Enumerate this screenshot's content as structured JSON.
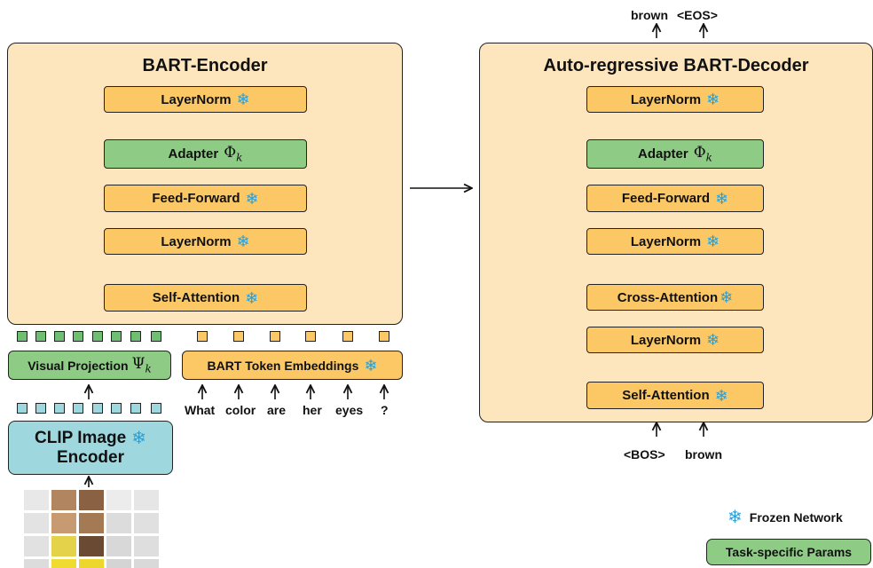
{
  "encoder": {
    "title": "BART-Encoder",
    "blocks": {
      "layernorm_top": "LayerNorm",
      "adapter": "Adapter",
      "adapter_symbol": "Φ",
      "adapter_sub": "k",
      "feed_forward": "Feed-Forward",
      "layernorm_mid": "LayerNorm",
      "self_attention": "Self-Attention"
    }
  },
  "decoder": {
    "title": "Auto-regressive BART-Decoder",
    "blocks": {
      "layernorm_top": "LayerNorm",
      "adapter": "Adapter",
      "adapter_symbol": "Φ",
      "adapter_sub": "k",
      "feed_forward": "Feed-Forward",
      "layernorm_2": "LayerNorm",
      "cross_attention": "Cross-Attention",
      "layernorm_3": "LayerNorm",
      "self_attention": "Self-Attention"
    },
    "outputs": [
      "brown",
      "<EOS>"
    ],
    "inputs": [
      "<BOS>",
      "brown"
    ]
  },
  "visual_projection": {
    "label": "Visual Projection",
    "symbol": "Ψ",
    "sub": "k"
  },
  "token_embeddings": {
    "label": "BART Token Embeddings"
  },
  "clip": {
    "line1": "CLIP Image",
    "line2": "Encoder"
  },
  "question_tokens": [
    "What",
    "color",
    "are",
    "her",
    "eyes",
    "?"
  ],
  "legend": {
    "frozen": "Frozen Network",
    "task_specific": "Task-specific Params"
  },
  "icons": {
    "snowflake": "❄",
    "add": "⊕"
  },
  "colors": {
    "panel": "#fde6bd",
    "frozen_block": "#fcc865",
    "adapter": "#8ecb85",
    "clip": "#9fd7df",
    "snowflake": "#2a9fd6"
  }
}
